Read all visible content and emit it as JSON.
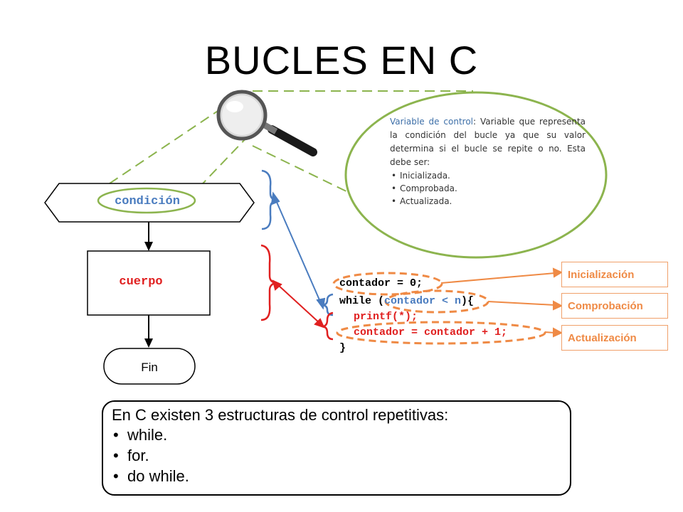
{
  "title": "BUCLES EN C",
  "callout": {
    "term": "Variable de control",
    "text": ": Variable que representa la condición del bucle ya que su valor determina si el bucle se repite o no. Esta debe ser:",
    "bullets": [
      "Inicializada.",
      "Comprobada.",
      "Actualizada."
    ]
  },
  "flowchart": {
    "condition": "condición",
    "body": "cuerpo",
    "end": "Fin"
  },
  "code": {
    "line1": "contador = 0;",
    "line2_kw": "while (",
    "line2_cond": "contador < n",
    "line2_end": "){",
    "line3": "printf(*);",
    "line4": "contador = contador + 1;",
    "line5": "}"
  },
  "labels": {
    "init": "Inicialización",
    "check": "Comprobación",
    "update": "Actualización"
  },
  "summary": {
    "intro": "En C existen 3 estructuras de control repetitivas:",
    "items": [
      "while.",
      "for.",
      "do while."
    ]
  },
  "colors": {
    "blue": "#4a7cbf",
    "red": "#e02020",
    "orange": "#ef8a45",
    "green": "#8cb44e"
  },
  "icons": {
    "magnifier": "magnifying-glass-icon"
  }
}
